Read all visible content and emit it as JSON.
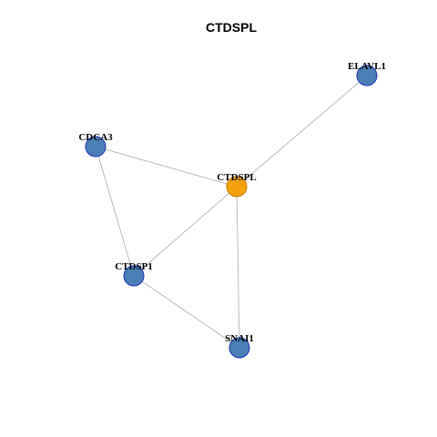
{
  "title": "CTDSPL",
  "colors": {
    "hub_fill": "#F5A00F",
    "hub_stroke": "#C07A00",
    "node_fill": "#4A7FB5",
    "node_stroke": "#1C2FB8",
    "edge": "#B4B4B4",
    "background": "#FFFFFF"
  },
  "nodes": [
    {
      "id": "ELAVL1",
      "label": "ELAVL1",
      "role": "neighbor"
    },
    {
      "id": "CDCA3",
      "label": "CDCA3",
      "role": "neighbor"
    },
    {
      "id": "CTDSPL",
      "label": "CTDSPL",
      "role": "hub"
    },
    {
      "id": "CTDSP1",
      "label": "CTDSP1",
      "role": "neighbor"
    },
    {
      "id": "SNAI1",
      "label": "SNAI1",
      "role": "neighbor"
    }
  ],
  "edges": [
    {
      "source": "ELAVL1",
      "target": "CTDSPL"
    },
    {
      "source": "CDCA3",
      "target": "CTDSPL"
    },
    {
      "source": "CDCA3",
      "target": "CTDSP1"
    },
    {
      "source": "CTDSPL",
      "target": "CTDSP1"
    },
    {
      "source": "CTDSPL",
      "target": "SNAI1"
    },
    {
      "source": "CTDSP1",
      "target": "SNAI1"
    }
  ]
}
